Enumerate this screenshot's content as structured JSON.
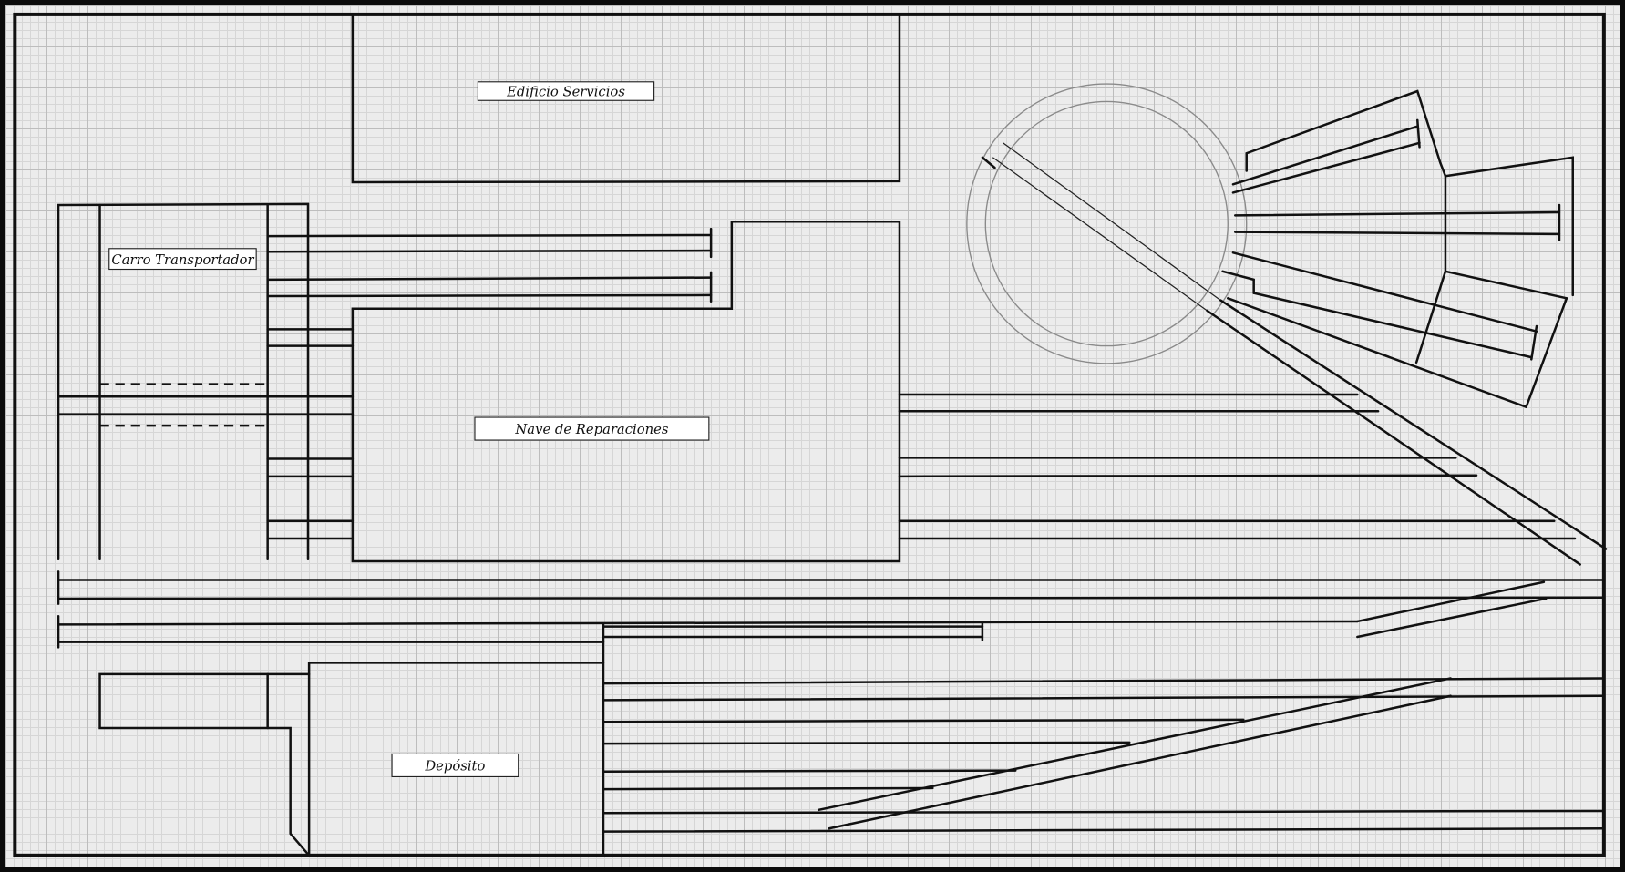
{
  "labels": {
    "services_building": "Edificio  Servicios",
    "transfer_table": "Carro Transportador",
    "repair_shop": "Nave de Reparaciones",
    "depot": "Depósito"
  },
  "colors": {
    "ink": "#111111",
    "paper": "#ececec",
    "grid": "#bdbdbd",
    "pencil": "#8a8a8a"
  }
}
